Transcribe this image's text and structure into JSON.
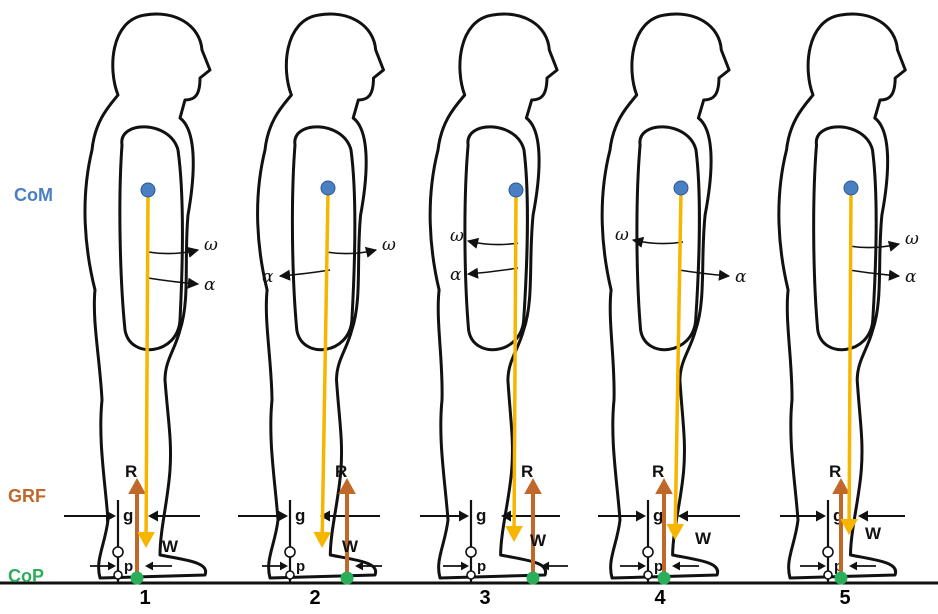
{
  "labels": {
    "com": "CoM",
    "grf": "GRF",
    "cop": "CoP",
    "R": "R",
    "W": "W",
    "g": "g",
    "p": "p",
    "omega": "ω",
    "alpha": "α"
  },
  "colors": {
    "com": "#4a7fc1",
    "grf": "#c0682a",
    "cop": "#2bae5a",
    "weight": "#f7b500",
    "outline": "#111111"
  },
  "figures": [
    {
      "number": "1",
      "omega_dir": "right",
      "alpha_dir": "right"
    },
    {
      "number": "2",
      "omega_dir": "right",
      "alpha_dir": "left"
    },
    {
      "number": "3",
      "omega_dir": "left",
      "alpha_dir": "left"
    },
    {
      "number": "4",
      "omega_dir": "left",
      "alpha_dir": "right"
    },
    {
      "number": "5",
      "omega_dir": "right",
      "alpha_dir": "right"
    }
  ]
}
